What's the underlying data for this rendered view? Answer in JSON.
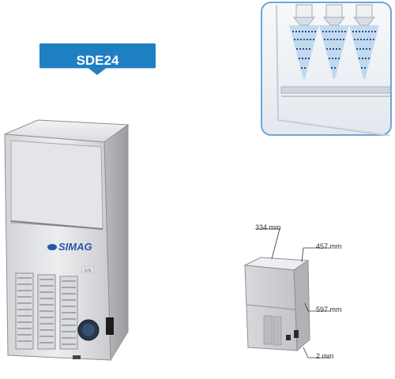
{
  "product": {
    "model": "SDE24",
    "brand": "SIMAG",
    "panel_badge": "SDE"
  },
  "dimensions": {
    "width": "334 mm",
    "depth": "457 mm",
    "height": "597 mm",
    "bottom": "2 mm"
  },
  "colors": {
    "callout_blue": "#1f7fc3",
    "inset_border": "#6ea6d9",
    "steel_light": "#e7e8ea",
    "steel_mid": "#c4c6c9",
    "steel_dark": "#8e9094",
    "brand_blue": "#2a56a8"
  }
}
